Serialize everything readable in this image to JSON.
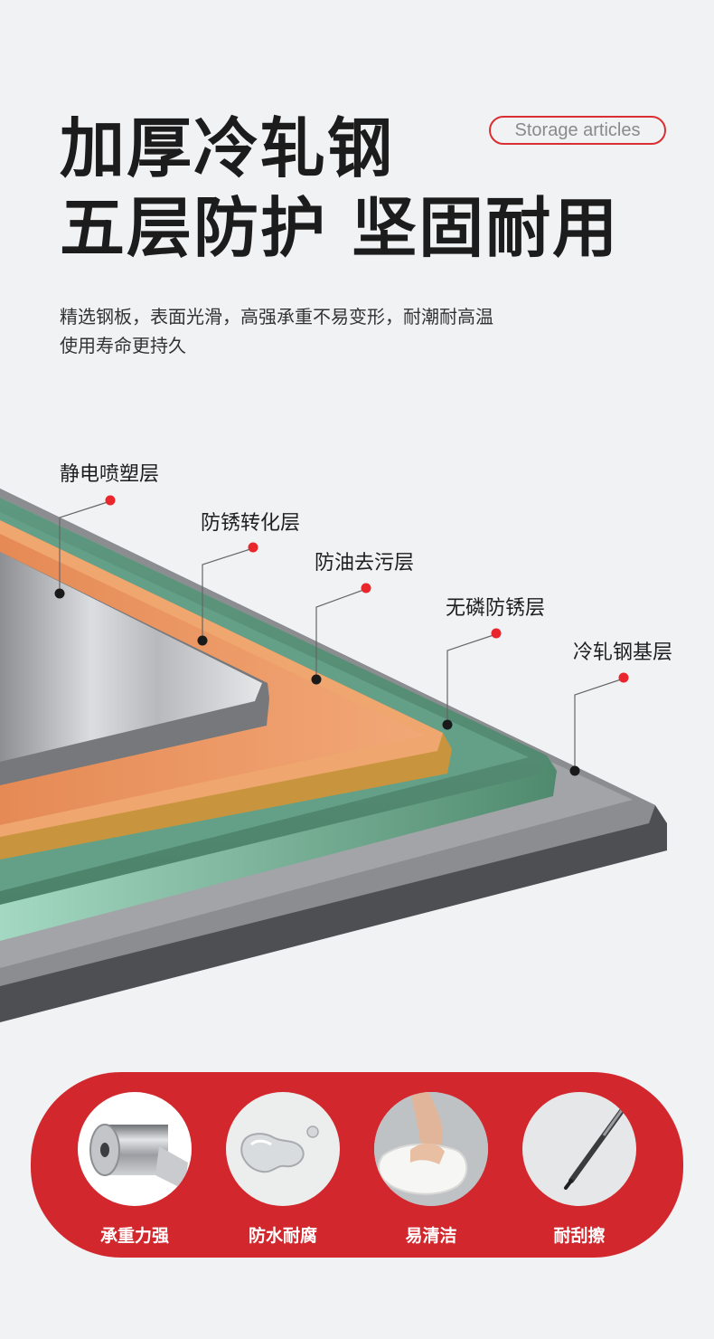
{
  "heading": {
    "line1": "加厚冷轧钢",
    "line2": "五层防护 坚固耐用"
  },
  "tag": "Storage articles",
  "description": {
    "line1": "精选钢板，表面光滑，高强承重不易变形，耐潮耐高温",
    "line2": "使用寿命更持久"
  },
  "layers": [
    {
      "label": "静电喷塑层"
    },
    {
      "label": "防锈转化层"
    },
    {
      "label": "防油去污层"
    },
    {
      "label": "无磷防锈层"
    },
    {
      "label": "冷轧钢基层"
    }
  ],
  "features": [
    {
      "label": "承重力强",
      "icon": "steel-roll-icon"
    },
    {
      "label": "防水耐腐",
      "icon": "water-drop-icon"
    },
    {
      "label": "易清洁",
      "icon": "cleaning-cloth-icon"
    },
    {
      "label": "耐刮擦",
      "icon": "scratch-tool-icon"
    }
  ],
  "colors": {
    "accent_red": "#d2282d",
    "title_text": "#1c1c1c",
    "background": "#f1f2f4"
  }
}
